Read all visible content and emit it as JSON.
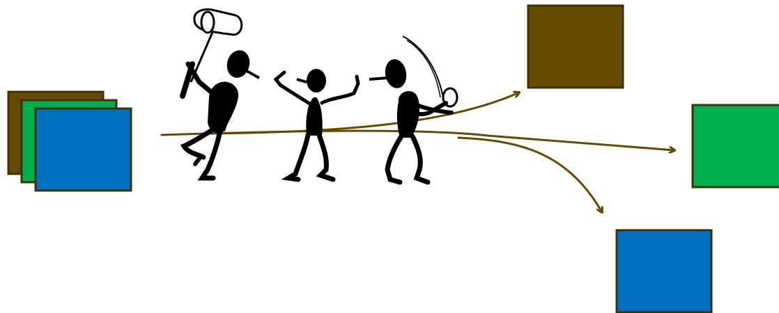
{
  "colors": {
    "brown": "#654B00",
    "green": "#00AF50",
    "blue": "#0070C0",
    "border": "#3F3200",
    "arrow": "#654B00",
    "figure": "#000000"
  },
  "diagram": {
    "stack": {
      "items": [
        {
          "name": "stack-layer-brown",
          "color": "brown"
        },
        {
          "name": "stack-layer-green",
          "color": "green"
        },
        {
          "name": "stack-layer-blue",
          "color": "blue"
        }
      ]
    },
    "outputs": [
      {
        "name": "output-box-brown",
        "color": "brown"
      },
      {
        "name": "output-box-green",
        "color": "green"
      },
      {
        "name": "output-box-blue",
        "color": "blue"
      }
    ],
    "arrows": [
      {
        "name": "arrow-to-brown",
        "target": "brown"
      },
      {
        "name": "arrow-to-green",
        "target": "green"
      },
      {
        "name": "arrow-to-blue",
        "target": "blue"
      }
    ],
    "figures": [
      {
        "name": "stick-figure-with-hammer",
        "icon": "hammer-icon"
      },
      {
        "name": "stick-figure-arms-raised",
        "icon": "arms-raised-icon"
      },
      {
        "name": "stick-figure-with-sword",
        "icon": "sword-icon"
      }
    ]
  }
}
